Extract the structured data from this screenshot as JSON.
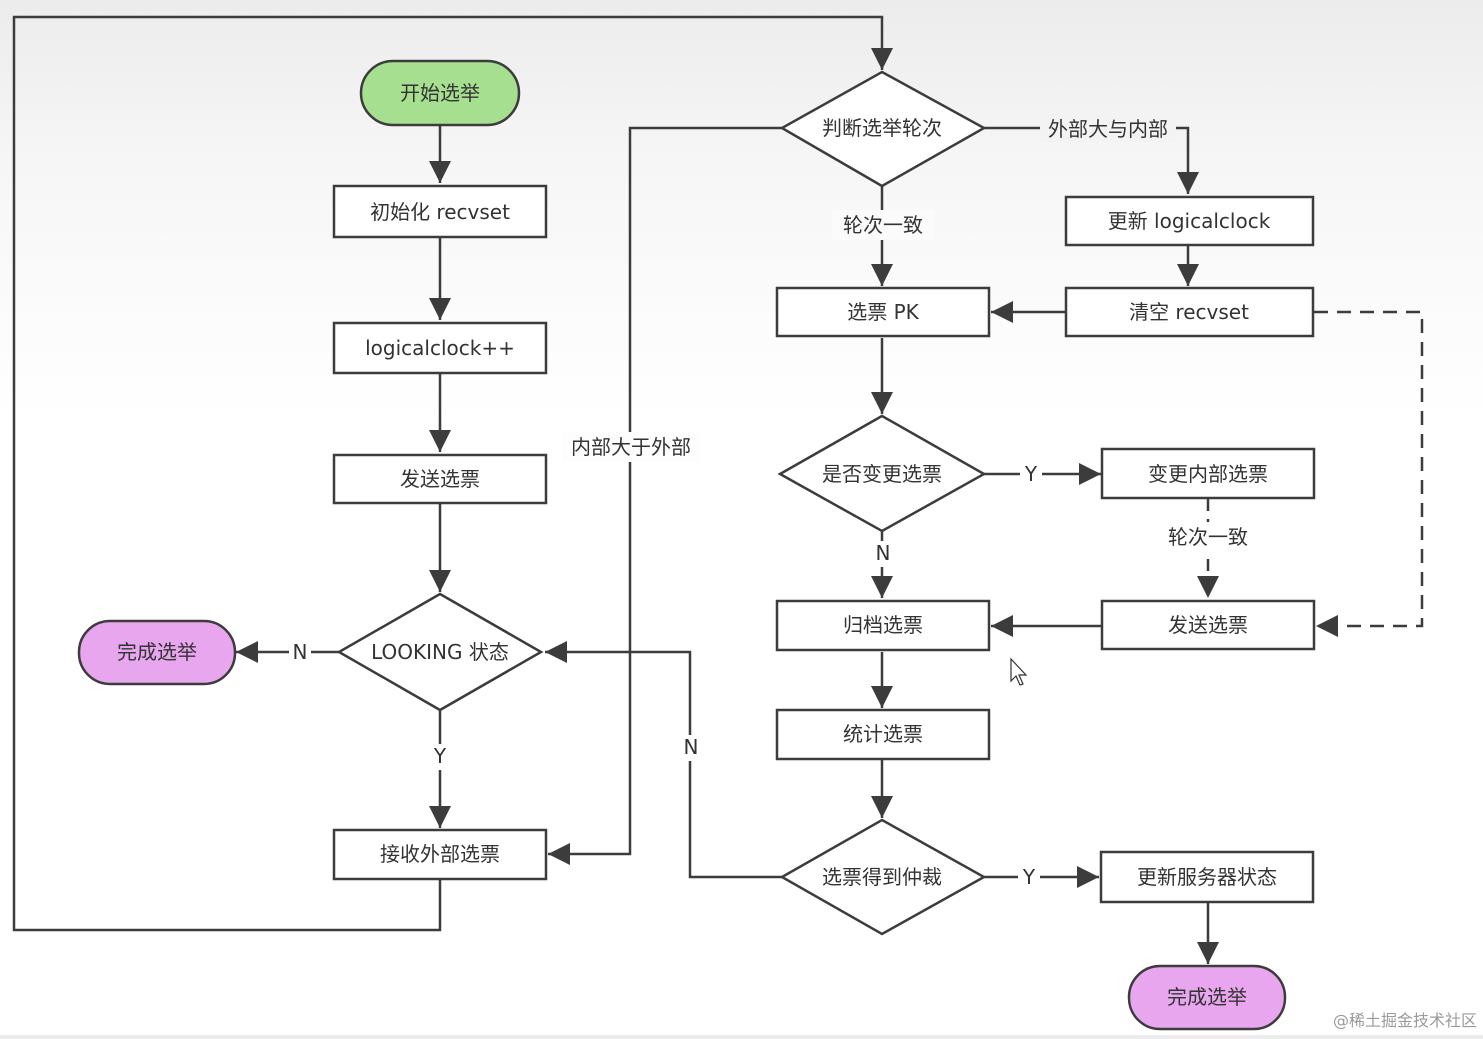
{
  "nodes": {
    "start": "开始选举",
    "init": "初始化 recvset",
    "logicalclock_inc": "logicalclock++",
    "send_vote_left": "发送选票",
    "looking_state": "LOOKING 状态",
    "finish_left": "完成选举",
    "receive_external": "接收外部选票",
    "judge_round": "判断选举轮次",
    "update_logicalclock": "更新 logicalclock",
    "clear_recvset": "清空 recvset",
    "vote_pk": "选票 PK",
    "change_vote_q": "是否变更选票",
    "change_internal": "变更内部选票",
    "send_vote_right": "发送选票",
    "archive_vote": "归档选票",
    "count_vote": "统计选票",
    "arbitrate_q": "选票得到仲裁",
    "update_server_state": "更新服务器状态",
    "finish_right": "完成选举"
  },
  "edge_labels": {
    "external_gt_internal": "外部大与内部",
    "round_equal_1": "轮次一致",
    "internal_gt_external": "内部大于外部",
    "yes_change": "Y",
    "no_change": "N",
    "round_equal_2": "轮次一致",
    "no_looking": "N",
    "yes_looking": "Y",
    "no_arbitrate": "N",
    "yes_arbitrate": "Y"
  },
  "watermark": "@稀土掘金技术社区",
  "colors": {
    "start_fill": "#a6df8f",
    "finish_fill": "#e8a6ee",
    "stroke": "#3c3c3c"
  }
}
